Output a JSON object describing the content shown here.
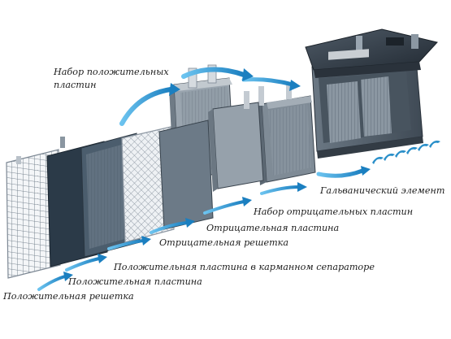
{
  "labels": {
    "positive_plate_set": [
      "Набор положительных",
      "пластин"
    ],
    "galvanic_element": "Гальванический элемент",
    "negative_plate_set": "Набор отрицательных пластин",
    "negative_plate": "Отрицательная пластина",
    "negative_grid": "Отрицательная решетка",
    "positive_plate_in_separator": "Положительная пластина в карманном сепараторе",
    "positive_plate": "Положительная пластина",
    "positive_grid": "Положительная решетка"
  },
  "colors": {
    "arrow": "#2a8fc9",
    "arrow_dark": "#1b6ea6",
    "plate_dark": "#2c3e50",
    "plate_mid": "#4a5d6e",
    "grid": "#8a97a3",
    "battery_body": "#5a6672",
    "battery_top": "#2d3640"
  }
}
